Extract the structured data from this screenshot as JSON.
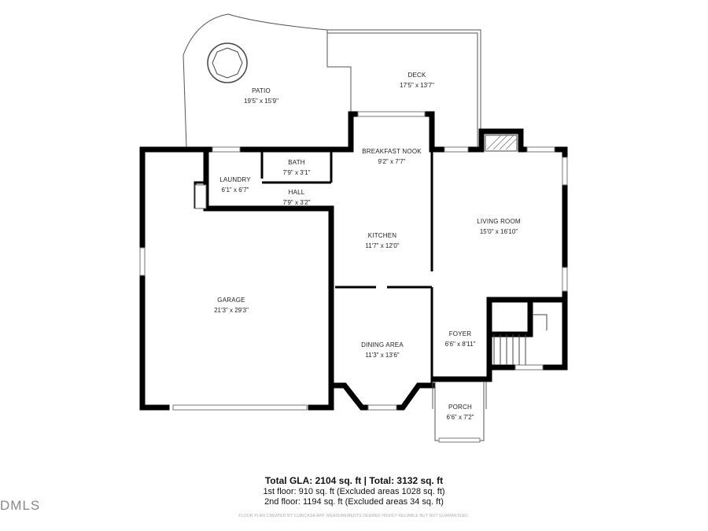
{
  "rooms": {
    "patio": {
      "name": "PATIO",
      "dims": "19'5\" x 15'9\""
    },
    "deck": {
      "name": "DECK",
      "dims": "17'5\" x 13'7\""
    },
    "breakfast_nook": {
      "name": "BREAKFAST NOOK",
      "dims": "9'2\" x 7'7\""
    },
    "bath": {
      "name": "BATH",
      "dims": "7'9\" x 3'1\""
    },
    "laundry": {
      "name": "LAUNDRY",
      "dims": "6'1\" x 6'7\""
    },
    "hall": {
      "name": "HALL",
      "dims": "7'9\" x 3'2\""
    },
    "kitchen": {
      "name": "KITCHEN",
      "dims": "11'7\" x 12'0\""
    },
    "living_room": {
      "name": "LIVING ROOM",
      "dims": "15'0\" x 16'10\""
    },
    "garage": {
      "name": "GARAGE",
      "dims": "21'3\" x 29'3\""
    },
    "dining_area": {
      "name": "DINING AREA",
      "dims": "11'3\" x 13'6\""
    },
    "foyer": {
      "name": "FOYER",
      "dims": "6'6\" x 8'11\""
    },
    "porch": {
      "name": "PORCH",
      "dims": "6'6\" x 7'2\""
    }
  },
  "summary": {
    "total": "Total GLA: 2104 sq. ft | Total: 3132 sq. ft",
    "floor1": "1st floor: 910 sq. ft (Excluded areas 1028 sq. ft)",
    "floor2": "2nd floor: 1194 sq. ft (Excluded areas 34 sq. ft)",
    "disclaimer": "FLOOR PLAN CREATED BY CUBICASA APP. MEASUREMENTS DEEMED HIGHLY RELIABLE BUT NOT GUARANTEED."
  },
  "watermark": "DMLS"
}
